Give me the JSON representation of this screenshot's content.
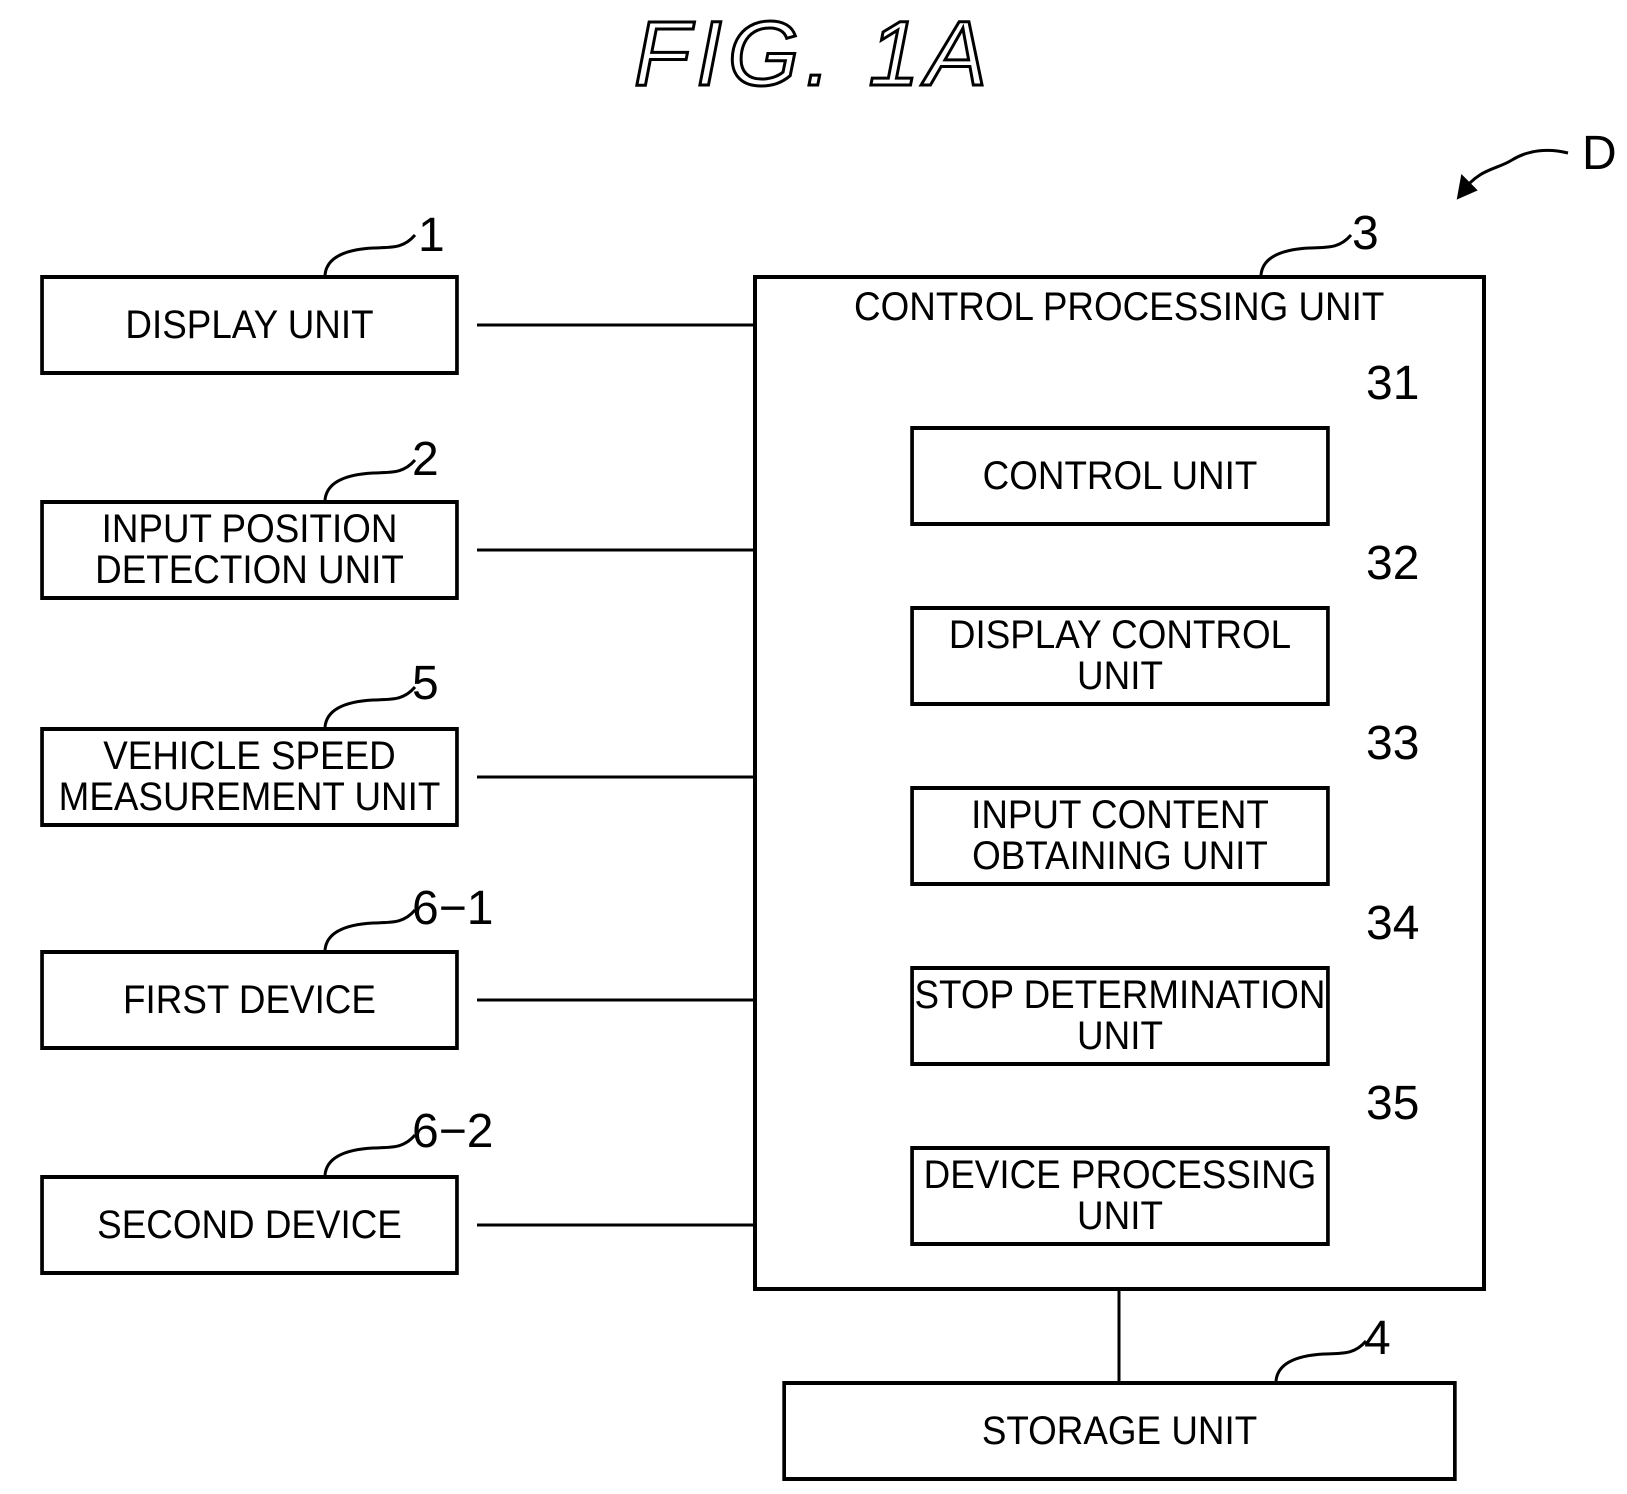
{
  "figure_title": "FIG. 1A",
  "device_ref": "D",
  "left_blocks": [
    {
      "ref": "1",
      "lines": [
        "DISPLAY UNIT"
      ]
    },
    {
      "ref": "2",
      "lines": [
        "INPUT POSITION",
        "DETECTION UNIT"
      ]
    },
    {
      "ref": "5",
      "lines": [
        "VEHICLE SPEED",
        "MEASUREMENT UNIT"
      ]
    },
    {
      "ref": "6−1",
      "lines": [
        "FIRST DEVICE"
      ]
    },
    {
      "ref": "6−2",
      "lines": [
        "SECOND DEVICE"
      ]
    }
  ],
  "control_processing_unit": {
    "ref": "3",
    "label": "CONTROL PROCESSING UNIT",
    "sub_units": [
      {
        "ref": "31",
        "lines": [
          "CONTROL UNIT"
        ]
      },
      {
        "ref": "32",
        "lines": [
          "DISPLAY CONTROL",
          "UNIT"
        ]
      },
      {
        "ref": "33",
        "lines": [
          "INPUT CONTENT",
          "OBTAINING UNIT"
        ]
      },
      {
        "ref": "34",
        "lines": [
          "STOP DETERMINATION",
          "UNIT"
        ]
      },
      {
        "ref": "35",
        "lines": [
          "DEVICE PROCESSING",
          "UNIT"
        ]
      }
    ]
  },
  "storage_unit": {
    "ref": "4",
    "label": "STORAGE UNIT"
  }
}
